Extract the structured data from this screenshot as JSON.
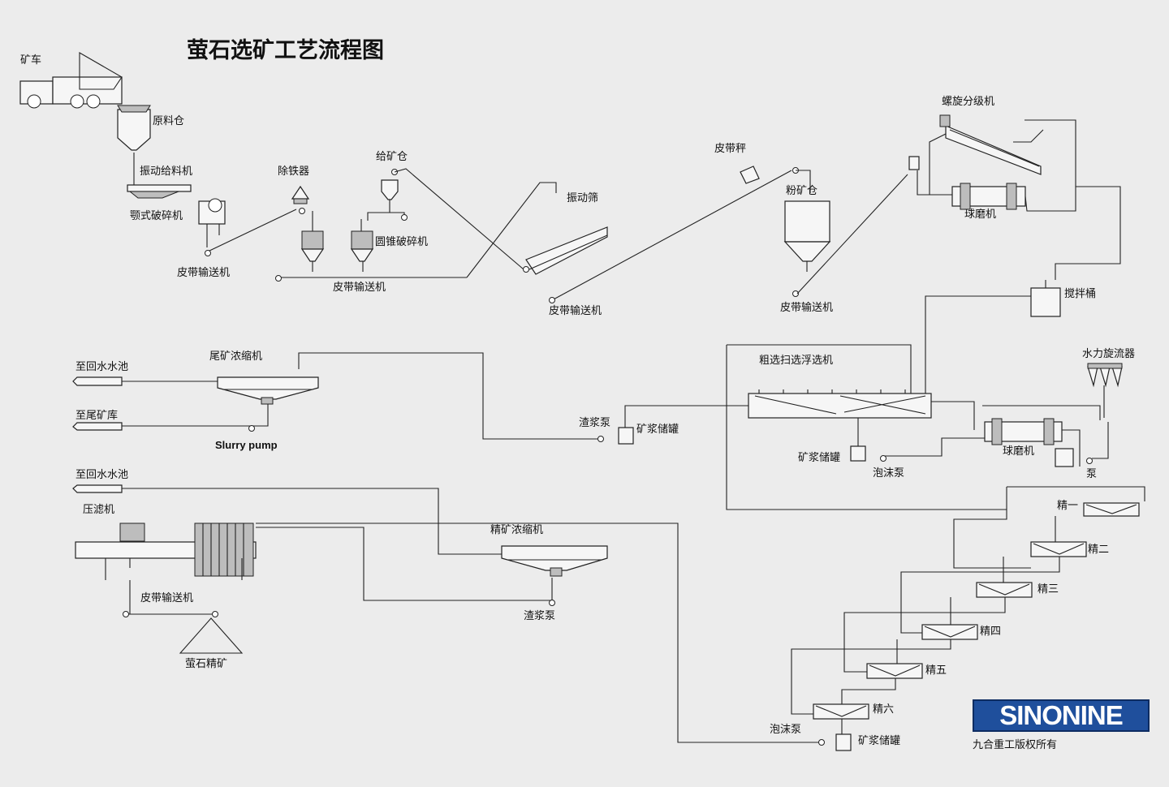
{
  "title": "萤石选矿工艺流程图",
  "labels": {
    "truck": "矿车",
    "raw_bin": "原料仓",
    "vib_feeder": "振动给料机",
    "jaw_crusher": "颚式破碎机",
    "belt1": "皮带输送机",
    "iron_remover": "除铁器",
    "feed_bin": "给矿仓",
    "cone_crusher": "圆锥破碎机",
    "belt2": "皮带输送机",
    "vib_screen": "振动筛",
    "belt3": "皮带输送机",
    "belt_scale": "皮带秤",
    "powder_bin": "粉矿仓",
    "belt4": "皮带输送机",
    "spiral_classifier": "螺旋分级机",
    "ball_mill1": "球磨机",
    "agitator": "搅拌桶",
    "hydrocyclone": "水力旋流器",
    "rough_flotation": "粗选扫选浮选机",
    "slurry_tank1": "矿浆储罐",
    "foam_pump1": "泡沫泵",
    "ball_mill2": "球磨机",
    "pump": "泵",
    "slag_pump1": "渣浆泵",
    "slurry_tank2": "矿浆储罐",
    "tail_thickener": "尾矿浓缩机",
    "to_return_pool1": "至回水水池",
    "to_tailings": "至尾矿库",
    "slurry_pump_en": "Slurry pump",
    "to_return_pool2": "至回水水池",
    "filter_press": "压滤机",
    "conc_thickener": "精矿浓缩机",
    "belt5": "皮带输送机",
    "slag_pump2": "渣浆泵",
    "fluorite_conc": "萤石精矿",
    "clean1": "精一",
    "clean2": "精二",
    "clean3": "精三",
    "clean4": "精四",
    "clean5": "精五",
    "clean6": "精六",
    "foam_pump2": "泡沫泵",
    "slurry_tank3": "矿浆储罐"
  },
  "logo": {
    "text": "SINONINE",
    "color": "#1f4f9c"
  },
  "copyright": "九合重工版权所有"
}
